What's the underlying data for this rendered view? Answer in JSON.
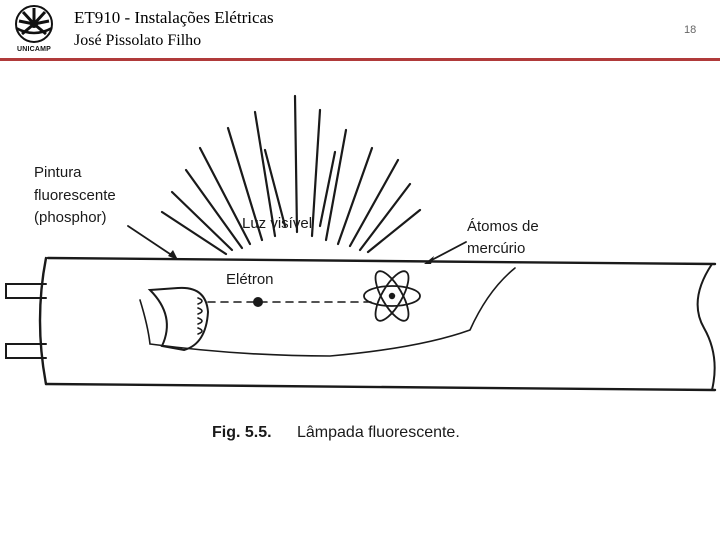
{
  "header": {
    "logo_text": "UNICAMP",
    "course_title": "ET910 - Instalações Elétricas",
    "author": "José Pissolato Filho",
    "page_number": "18",
    "rule_color": "#b03a3a"
  },
  "figure": {
    "labels": {
      "phosphor_line1": "Pintura",
      "phosphor_line2": "fluorescente",
      "phosphor_line3": "(phosphor)",
      "visible_light": "Luz visível",
      "mercury_line1": "Átomos de",
      "mercury_line2": "mercúrio",
      "electron": "Elétron"
    },
    "caption_number": "Fig. 5.5.",
    "caption_text": "Lâmpada fluorescente."
  }
}
